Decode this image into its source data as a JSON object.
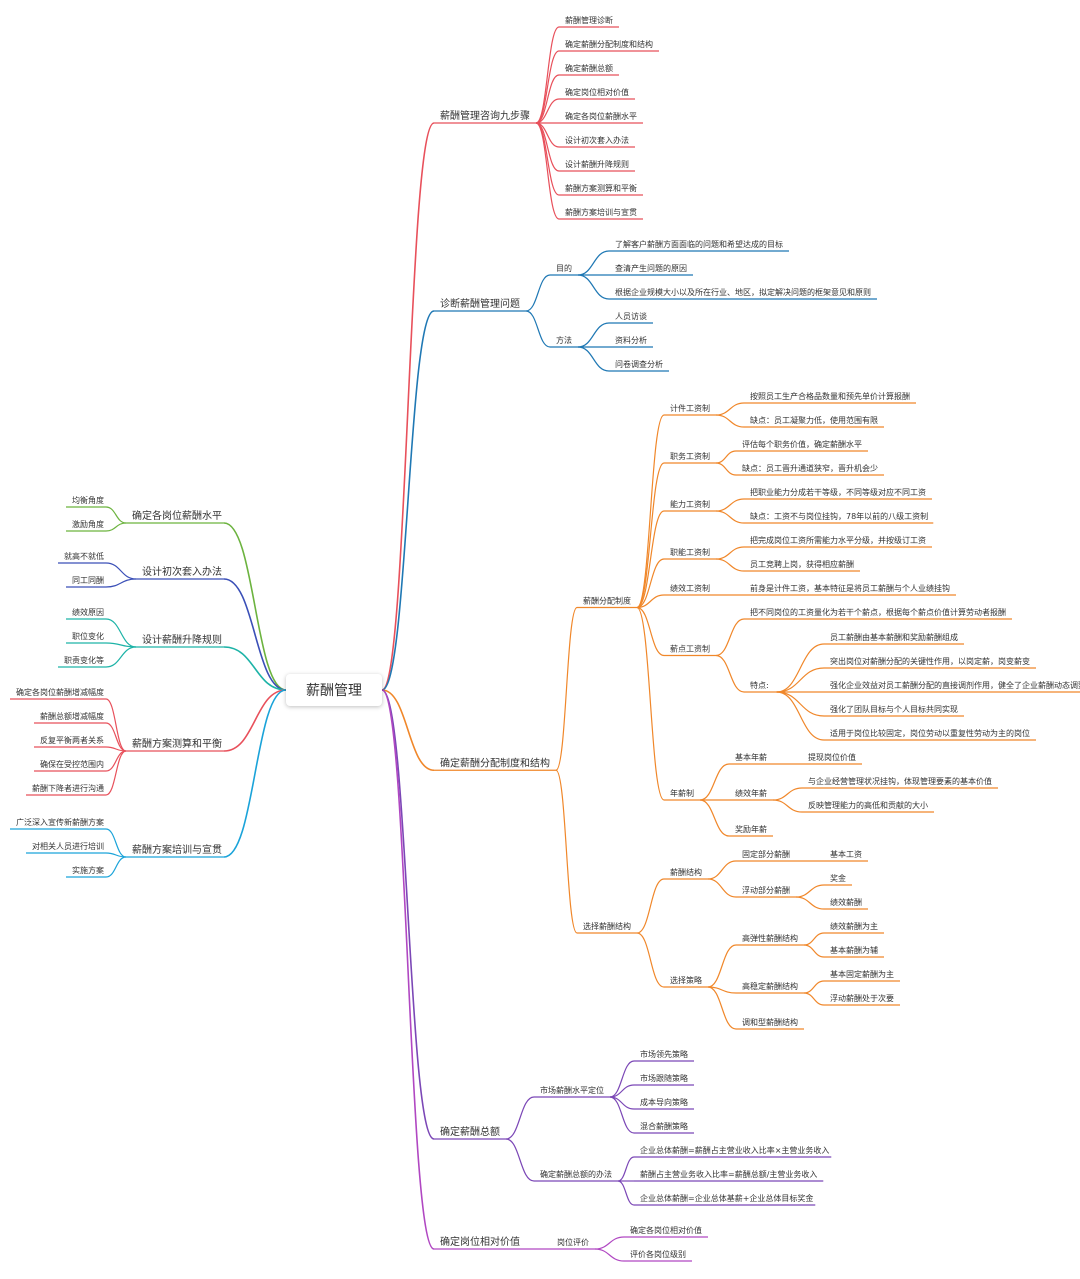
{
  "root": {
    "label": "薪酬管理"
  },
  "colors": {
    "red": "#e8505b",
    "blue": "#1f78b4",
    "orange": "#f0872a",
    "purple": "#7b47b6",
    "magenta": "#b047c2",
    "green": "#6cb33f",
    "navy": "#3a4fb7",
    "teal": "#1db3a7",
    "cyan": "#1aa3d9"
  },
  "right": [
    {
      "label": "薪酬管理咨询九步骤",
      "color": "red",
      "children": [
        {
          "label": "薪酬管理诊断"
        },
        {
          "label": "确定薪酬分配制度和结构"
        },
        {
          "label": "确定薪酬总额"
        },
        {
          "label": "确定岗位相对价值"
        },
        {
          "label": "确定各岗位薪酬水平"
        },
        {
          "label": "设计初次套入办法"
        },
        {
          "label": "设计薪酬升降规则"
        },
        {
          "label": "薪酬方案测算和平衡"
        },
        {
          "label": "薪酬方案培训与宣贯"
        }
      ]
    },
    {
      "label": "诊断薪酬管理问题",
      "color": "blue",
      "children": [
        {
          "label": "目的",
          "children": [
            {
              "label": "了解客户薪酬方面面临的问题和希望达成的目标"
            },
            {
              "label": "查清产生问题的原因"
            },
            {
              "label": "根据企业规模大小以及所在行业、地区，拟定解决问题的框架意见和原则"
            }
          ]
        },
        {
          "label": "方法",
          "children": [
            {
              "label": "人员访谈"
            },
            {
              "label": "资料分析"
            },
            {
              "label": "问卷调查分析"
            }
          ]
        }
      ]
    },
    {
      "label": "确定薪酬分配制度和结构",
      "color": "orange",
      "children": [
        {
          "label": "薪酬分配制度",
          "children": [
            {
              "label": "计件工资制",
              "children": [
                {
                  "label": "按照员工生产合格品数量和预先单价计算报酬"
                },
                {
                  "label": "缺点：员工凝聚力低，使用范围有限"
                }
              ]
            },
            {
              "label": "职务工资制",
              "children": [
                {
                  "label": "评估每个职务价值，确定薪酬水平"
                },
                {
                  "label": "缺点：员工晋升通道狭窄，晋升机会少"
                }
              ]
            },
            {
              "label": "能力工资制",
              "children": [
                {
                  "label": "把职业能力分成若干等级，不同等级对应不同工资"
                },
                {
                  "label": "缺点：工资不与岗位挂钩，78年以前的八级工资制"
                }
              ]
            },
            {
              "label": "职能工资制",
              "children": [
                {
                  "label": "把完成岗位工资所需能力水平分级，并按级订工资"
                },
                {
                  "label": "员工竞聘上岗，获得相应薪酬"
                }
              ]
            },
            {
              "label": "绩效工资制",
              "children": [
                {
                  "label": "前身是计件工资，基本特征是将员工薪酬与个人业绩挂钩"
                }
              ]
            },
            {
              "label": "薪点工资制",
              "children": [
                {
                  "label": "把不同岗位的工资量化为若干个薪点，根据每个薪点价值计算劳动者报酬"
                },
                {
                  "label": "特点:",
                  "children": [
                    {
                      "label": "员工薪酬由基本薪酬和奖励薪酬组成"
                    },
                    {
                      "label": "突出岗位对薪酬分配的关键性作用，以岗定薪，岗变薪变"
                    },
                    {
                      "label": "强化企业效益对员工薪酬分配的直接调剂作用，健全了企业薪酬动态调整机制"
                    },
                    {
                      "label": "强化了团队目标与个人目标共同实现"
                    },
                    {
                      "label": "适用于岗位比较固定，岗位劳动以重复性劳动为主的岗位"
                    }
                  ]
                }
              ]
            },
            {
              "label": "年薪制",
              "children": [
                {
                  "label": "基本年薪",
                  "children": [
                    {
                      "label": "提现岗位价值"
                    }
                  ]
                },
                {
                  "label": "绩效年薪",
                  "children": [
                    {
                      "label": "与企业经营管理状况挂钩，体现管理要素的基本价值"
                    },
                    {
                      "label": "反映管理能力的高低和贡献的大小"
                    }
                  ]
                },
                {
                  "label": "奖励年薪"
                }
              ]
            }
          ]
        },
        {
          "label": "选择薪酬结构",
          "children": [
            {
              "label": "薪酬结构",
              "children": [
                {
                  "label": "固定部分薪酬",
                  "children": [
                    {
                      "label": "基本工资"
                    }
                  ]
                },
                {
                  "label": "浮动部分薪酬",
                  "children": [
                    {
                      "label": "奖金"
                    },
                    {
                      "label": "绩效薪酬"
                    }
                  ]
                }
              ]
            },
            {
              "label": "选择策略",
              "children": [
                {
                  "label": "高弹性薪酬结构",
                  "children": [
                    {
                      "label": "绩效薪酬为主"
                    },
                    {
                      "label": "基本薪酬为辅"
                    }
                  ]
                },
                {
                  "label": "高稳定薪酬结构",
                  "children": [
                    {
                      "label": "基本固定薪酬为主"
                    },
                    {
                      "label": "浮动薪酬处于次要"
                    }
                  ]
                },
                {
                  "label": "调和型薪酬结构"
                }
              ]
            }
          ]
        }
      ]
    },
    {
      "label": "确定薪酬总额",
      "color": "purple",
      "children": [
        {
          "label": "市场薪酬水平定位",
          "children": [
            {
              "label": "市场领先策略"
            },
            {
              "label": "市场跟随策略"
            },
            {
              "label": "成本导向策略"
            },
            {
              "label": "混合薪酬策略"
            }
          ]
        },
        {
          "label": "确定薪酬总额的办法",
          "children": [
            {
              "label": "企业总体薪酬=薪酬占主营业收入比率×主营业务收入"
            },
            {
              "label": "薪酬占主营业务收入比率=薪酬总额/主营业务收入"
            },
            {
              "label": "企业总体薪酬=企业总体基薪+企业总体目标奖金"
            }
          ]
        }
      ]
    },
    {
      "label": "确定岗位相对价值",
      "color": "magenta",
      "children": [
        {
          "label": "岗位评价",
          "children": [
            {
              "label": "确定各岗位相对价值"
            },
            {
              "label": "评价各岗位级别"
            }
          ]
        }
      ]
    }
  ],
  "left": [
    {
      "label": "确定各岗位薪酬水平",
      "color": "green",
      "children": [
        {
          "label": "均衡角度"
        },
        {
          "label": "激励角度"
        }
      ]
    },
    {
      "label": "设计初次套入办法",
      "color": "navy",
      "children": [
        {
          "label": "就高不就低"
        },
        {
          "label": "同工同酬"
        }
      ]
    },
    {
      "label": "设计薪酬升降规则",
      "color": "teal",
      "children": [
        {
          "label": "绩效原因"
        },
        {
          "label": "职位变化"
        },
        {
          "label": "职责变化等"
        }
      ]
    },
    {
      "label": "薪酬方案测算和平衡",
      "color": "red",
      "children": [
        {
          "label": "确定各岗位薪酬增减幅度"
        },
        {
          "label": "薪酬总额增减幅度"
        },
        {
          "label": "反复平衡两者关系"
        },
        {
          "label": "确保在受控范围内"
        },
        {
          "label": "薪酬下降者进行沟通"
        }
      ]
    },
    {
      "label": "薪酬方案培训与宣贯",
      "color": "cyan",
      "children": [
        {
          "label": "广泛深入宣传新薪酬方案"
        },
        {
          "label": "对相关人员进行培训"
        },
        {
          "label": "实施方案"
        }
      ]
    }
  ]
}
